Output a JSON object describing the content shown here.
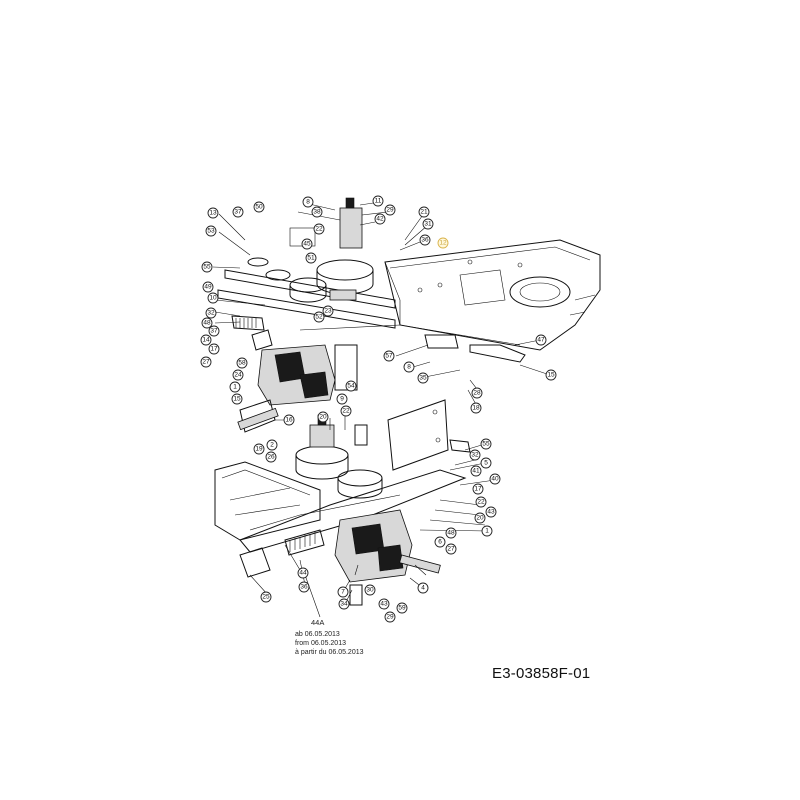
{
  "document_code": "E3-03858F-01",
  "variant": {
    "label": "44A",
    "lines": [
      "ab 06.05.2013",
      "from 06.05.2013",
      "à partir du 06.05.2013"
    ]
  },
  "highlighted_callout": "12",
  "callouts": [
    "13",
    "37",
    "50",
    "8",
    "38",
    "11",
    "29",
    "21",
    "53",
    "22",
    "42",
    "31",
    "55",
    "36",
    "45",
    "51",
    "49",
    "10",
    "52",
    "23",
    "32",
    "48",
    "17",
    "37",
    "57",
    "8",
    "58",
    "24",
    "35",
    "47",
    "15",
    "14",
    "27",
    "1",
    "28",
    "15",
    "18",
    "54",
    "9",
    "16",
    "22",
    "20",
    "2",
    "55",
    "26",
    "19",
    "32",
    "5",
    "41",
    "40",
    "17",
    "22",
    "20",
    "43",
    "48",
    "6",
    "27",
    "1",
    "44",
    "36",
    "25",
    "7",
    "30",
    "4",
    "34",
    "43",
    "29",
    "59",
    "12"
  ]
}
